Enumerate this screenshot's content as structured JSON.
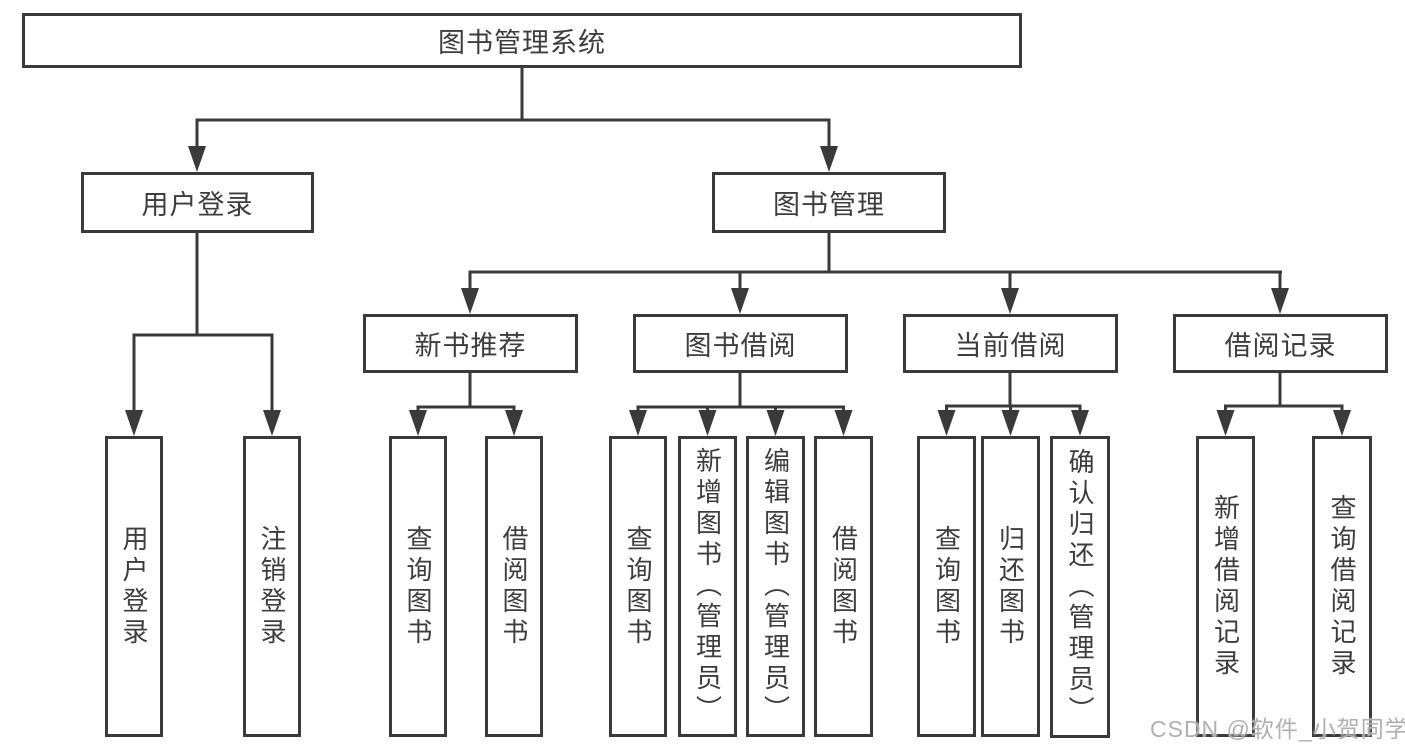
{
  "nodes": {
    "root": "图书管理系统",
    "user_login": "用户登录",
    "book_mgmt": "图书管理",
    "new_book_rec": "新书推荐",
    "book_borrow": "图书借阅",
    "current_borrow": "当前借阅",
    "borrow_records": "借阅记录",
    "leaf_user_login": "用户登录",
    "leaf_logout": "注销登录",
    "leaf_rec_query": "查询图书",
    "leaf_rec_borrow": "借阅图书",
    "leaf_bb_query": "查询图书",
    "leaf_bb_add": "新增图书（管理员）",
    "leaf_bb_edit": "编辑图书（管理员）",
    "leaf_bb_borrow": "借阅图书",
    "leaf_cb_query": "查询图书",
    "leaf_cb_return": "归还图书",
    "leaf_cb_confirm": "确认归还（管理员）",
    "leaf_br_add": "新增借阅记录",
    "leaf_br_query": "查询借阅记录"
  },
  "watermark": "CSDN @软件_小贺同学",
  "colors": {
    "line": "#3a3a3a",
    "text": "#3d3d3d",
    "box_background": "#ffffff",
    "page_background": "#ffffff",
    "watermark": "#b0b0b0"
  }
}
